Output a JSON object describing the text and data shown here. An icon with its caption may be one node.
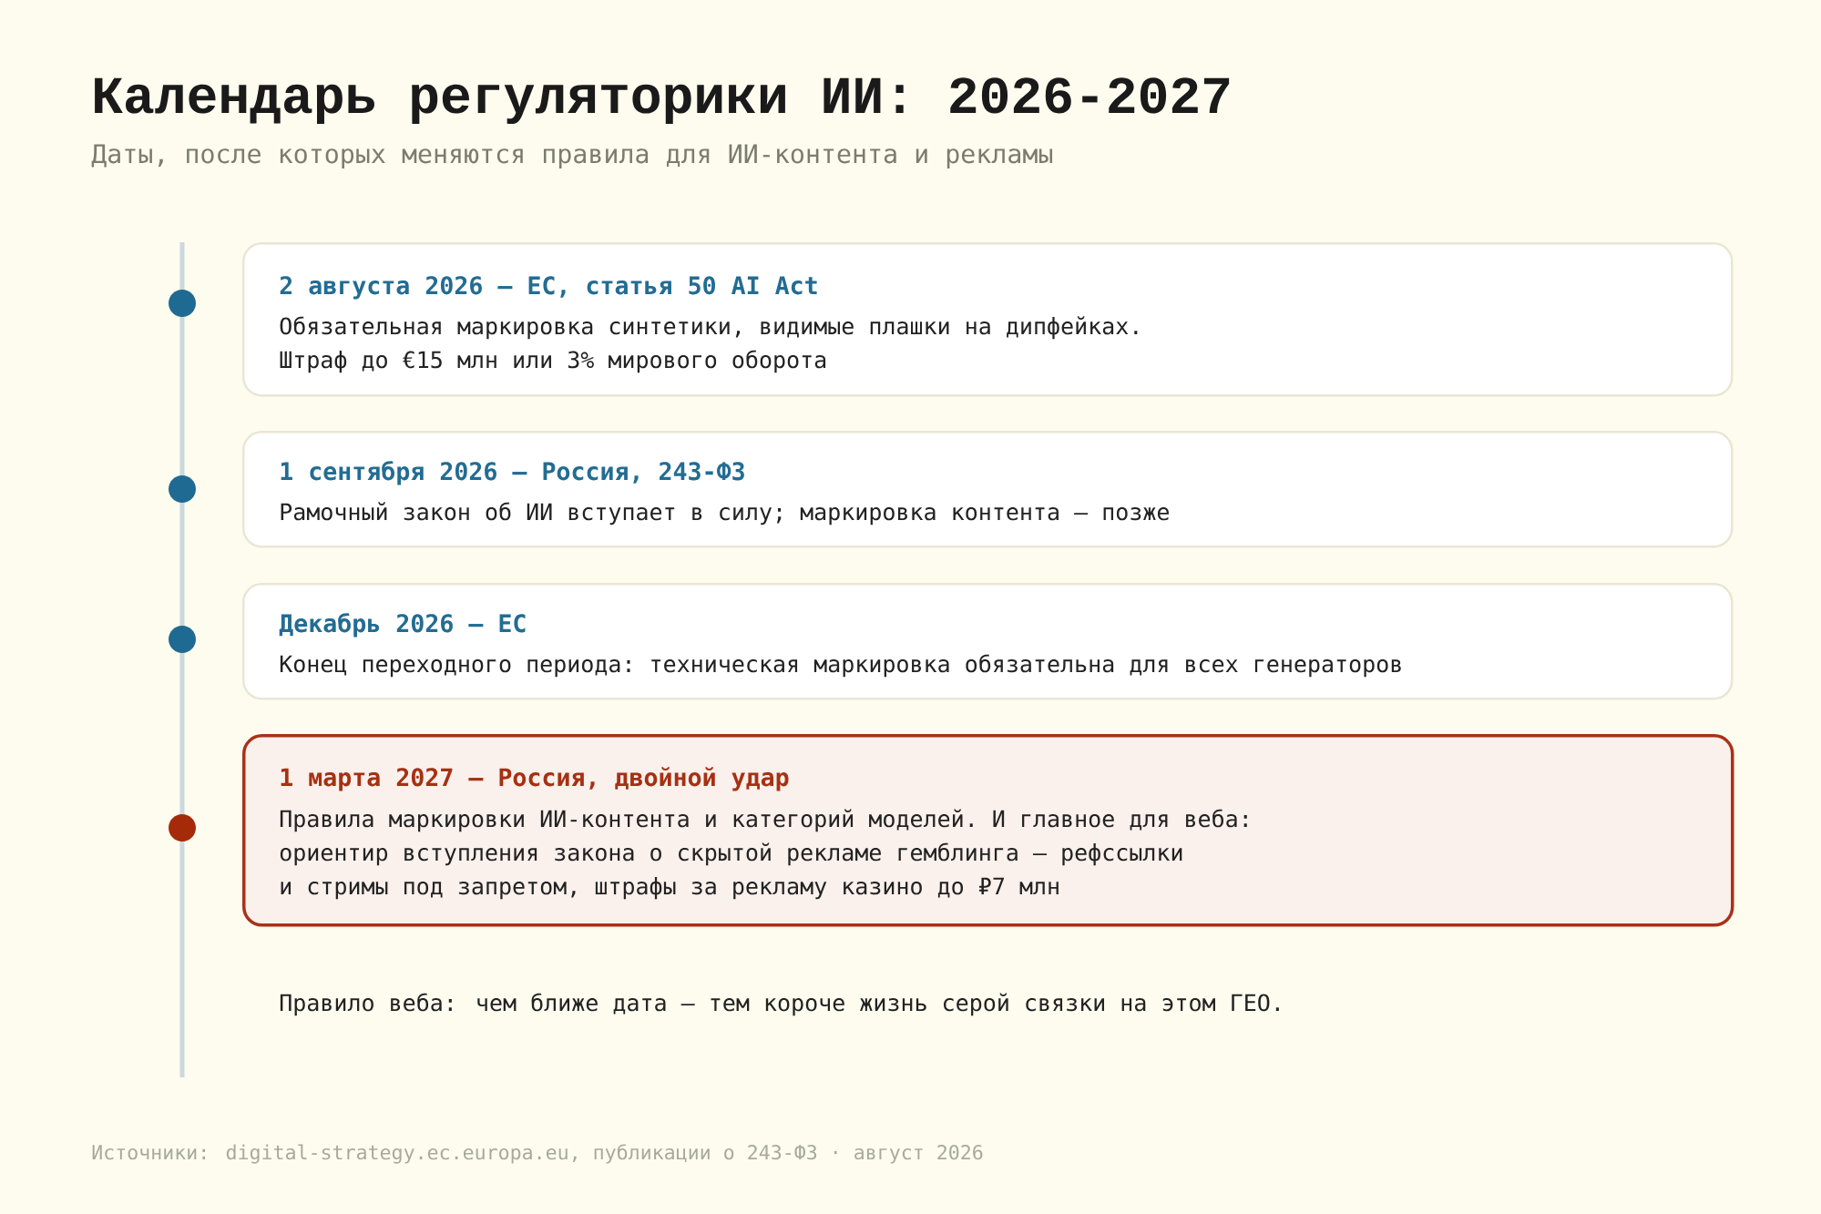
{
  "diagram": {
    "title": "Календарь регуляторики ИИ: 2026-2027",
    "nodes": [
      {
        "text": [
          "2 августа 2026 — ЕС, статья 50 AI Act",
          "Обязательная маркировка синтетики, видимые плашки на дипфейках. Штраф до €15 млн или 3% мирового оборота"
        ]
      },
      {
        "text": [
          "1 сентября 2026 — Россия, 243-ФЗ",
          "Рамочный закон об ИИ вступает в силу; маркировка контента — позже"
        ]
      },
      {
        "text": [
          "Декабрь 2026 — ЕС",
          "Конец переходного периода: техническая маркировка обязательна для всех генераторов"
        ]
      },
      {
        "text": [
          "1 марта 2027 — Россия, двойной удар",
          "Правила маркировки ИИ-контента и категорий моделей. И главное для веба: ориентир вступления закона о скрытой рекламе гемблинга — рефссылки и стримы под запретом, штрафы за рекламу казино до ₽7 млн"
        ]
      }
    ],
    "labels": [
      "Даты, после которых меняются правила для ИИ-контента и рекламы",
      "Правило веба: чем ближе дата — тем короче жизнь серой связки на этом ГЕО.",
      "Источники: digital-strategy.ec.europa.eu, публикации о 243-ФЗ · август 2026"
    ]
  }
}
